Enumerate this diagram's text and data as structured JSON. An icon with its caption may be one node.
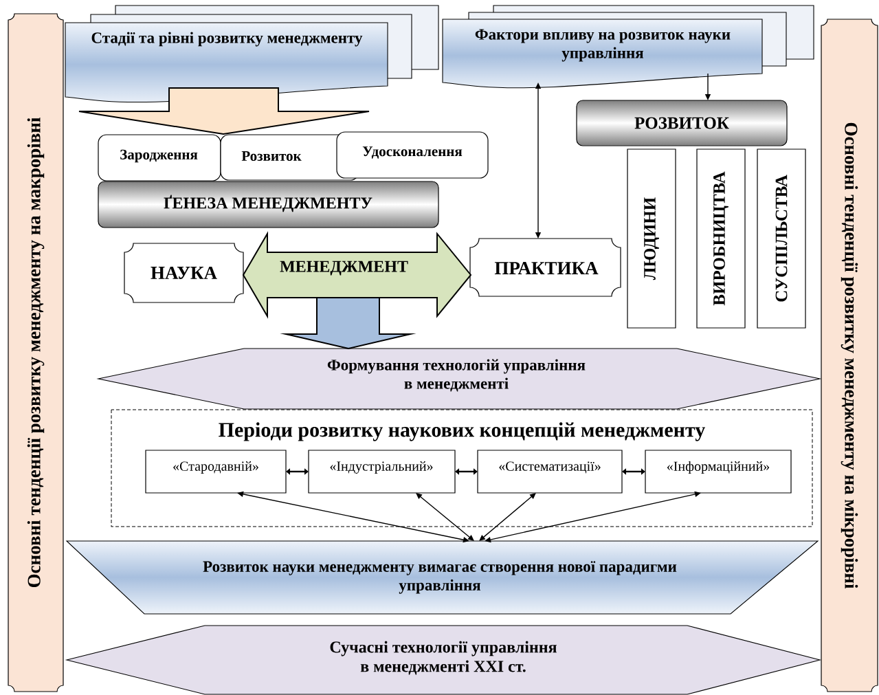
{
  "diagram": {
    "nodes": [
      {
        "text": [
          "Основні тенденції розвитку менеджменту на макрорівні"
        ]
      },
      {
        "text": [
          "Стадії та рівні розвитку менеджменту"
        ]
      },
      {
        "text": [
          "Фактори впливу на розвиток науки управління"
        ]
      },
      {
        "text": [
          "РОЗВИТОК"
        ]
      },
      {
        "text": [
          "Зародження"
        ]
      },
      {
        "text": [
          "Розвиток"
        ]
      },
      {
        "text": [
          "Удосконалення"
        ]
      },
      {
        "text": [
          "ҐЕНЕЗА МЕНЕДЖМЕНТУ"
        ]
      },
      {
        "text": [
          "НАУКА"
        ]
      },
      {
        "text": [
          "ПРАКТИКА"
        ]
      },
      {
        "text": [
          "ЛЮДИНИ"
        ]
      },
      {
        "text": [
          "ВИРОБНИЦТВА"
        ]
      },
      {
        "text": [
          "СУСПІЛЬСТВА"
        ]
      },
      {
        "text": [
          "Формування технологій управління в менеджменті"
        ]
      },
      {
        "text": [
          "Періоди розвитку наукових концепцій менеджменту"
        ]
      },
      {
        "text": [
          "«Стародавній»"
        ],
        "in": 14
      },
      {
        "text": [
          "«Індустріальний»"
        ],
        "in": 14
      },
      {
        "text": [
          "«Систематизації»"
        ],
        "in": 14
      },
      {
        "text": [
          "«Інформаційний»"
        ],
        "in": 14
      },
      {
        "text": [
          "Розвиток науки менеджменту вимагає створення нової парадигми управління"
        ]
      },
      {
        "text": [
          "Сучасні технології управління в менеджменті XXI ст."
        ]
      },
      {
        "text": [
          "Основні тенденції розвитку менеджменту на мікрорівні"
        ]
      }
    ],
    "edges": [
      {
        "from": 1,
        "to": 5,
        "arrow": "to",
        "style": "thick"
      },
      {
        "from": 2,
        "to": 3,
        "arrow": "to"
      },
      {
        "from": 2,
        "to": 9,
        "arrow": "both"
      },
      {
        "from": 8,
        "to": 9,
        "arrow": "both",
        "style": "thick",
        "label": "МЕНЕДЖМЕНТ"
      },
      {
        "from": null,
        "to": 13,
        "arrow": "to",
        "style": "thick"
      },
      {
        "from": 15,
        "to": 16,
        "arrow": "both"
      },
      {
        "from": 16,
        "to": 17,
        "arrow": "both"
      },
      {
        "from": 17,
        "to": 18,
        "arrow": "both"
      },
      {
        "from": 19,
        "to": 15,
        "arrow": "both"
      },
      {
        "from": 19,
        "to": 16,
        "arrow": "both"
      },
      {
        "from": 19,
        "to": 17,
        "arrow": "both"
      },
      {
        "from": 19,
        "to": 18,
        "arrow": "both"
      }
    ]
  }
}
